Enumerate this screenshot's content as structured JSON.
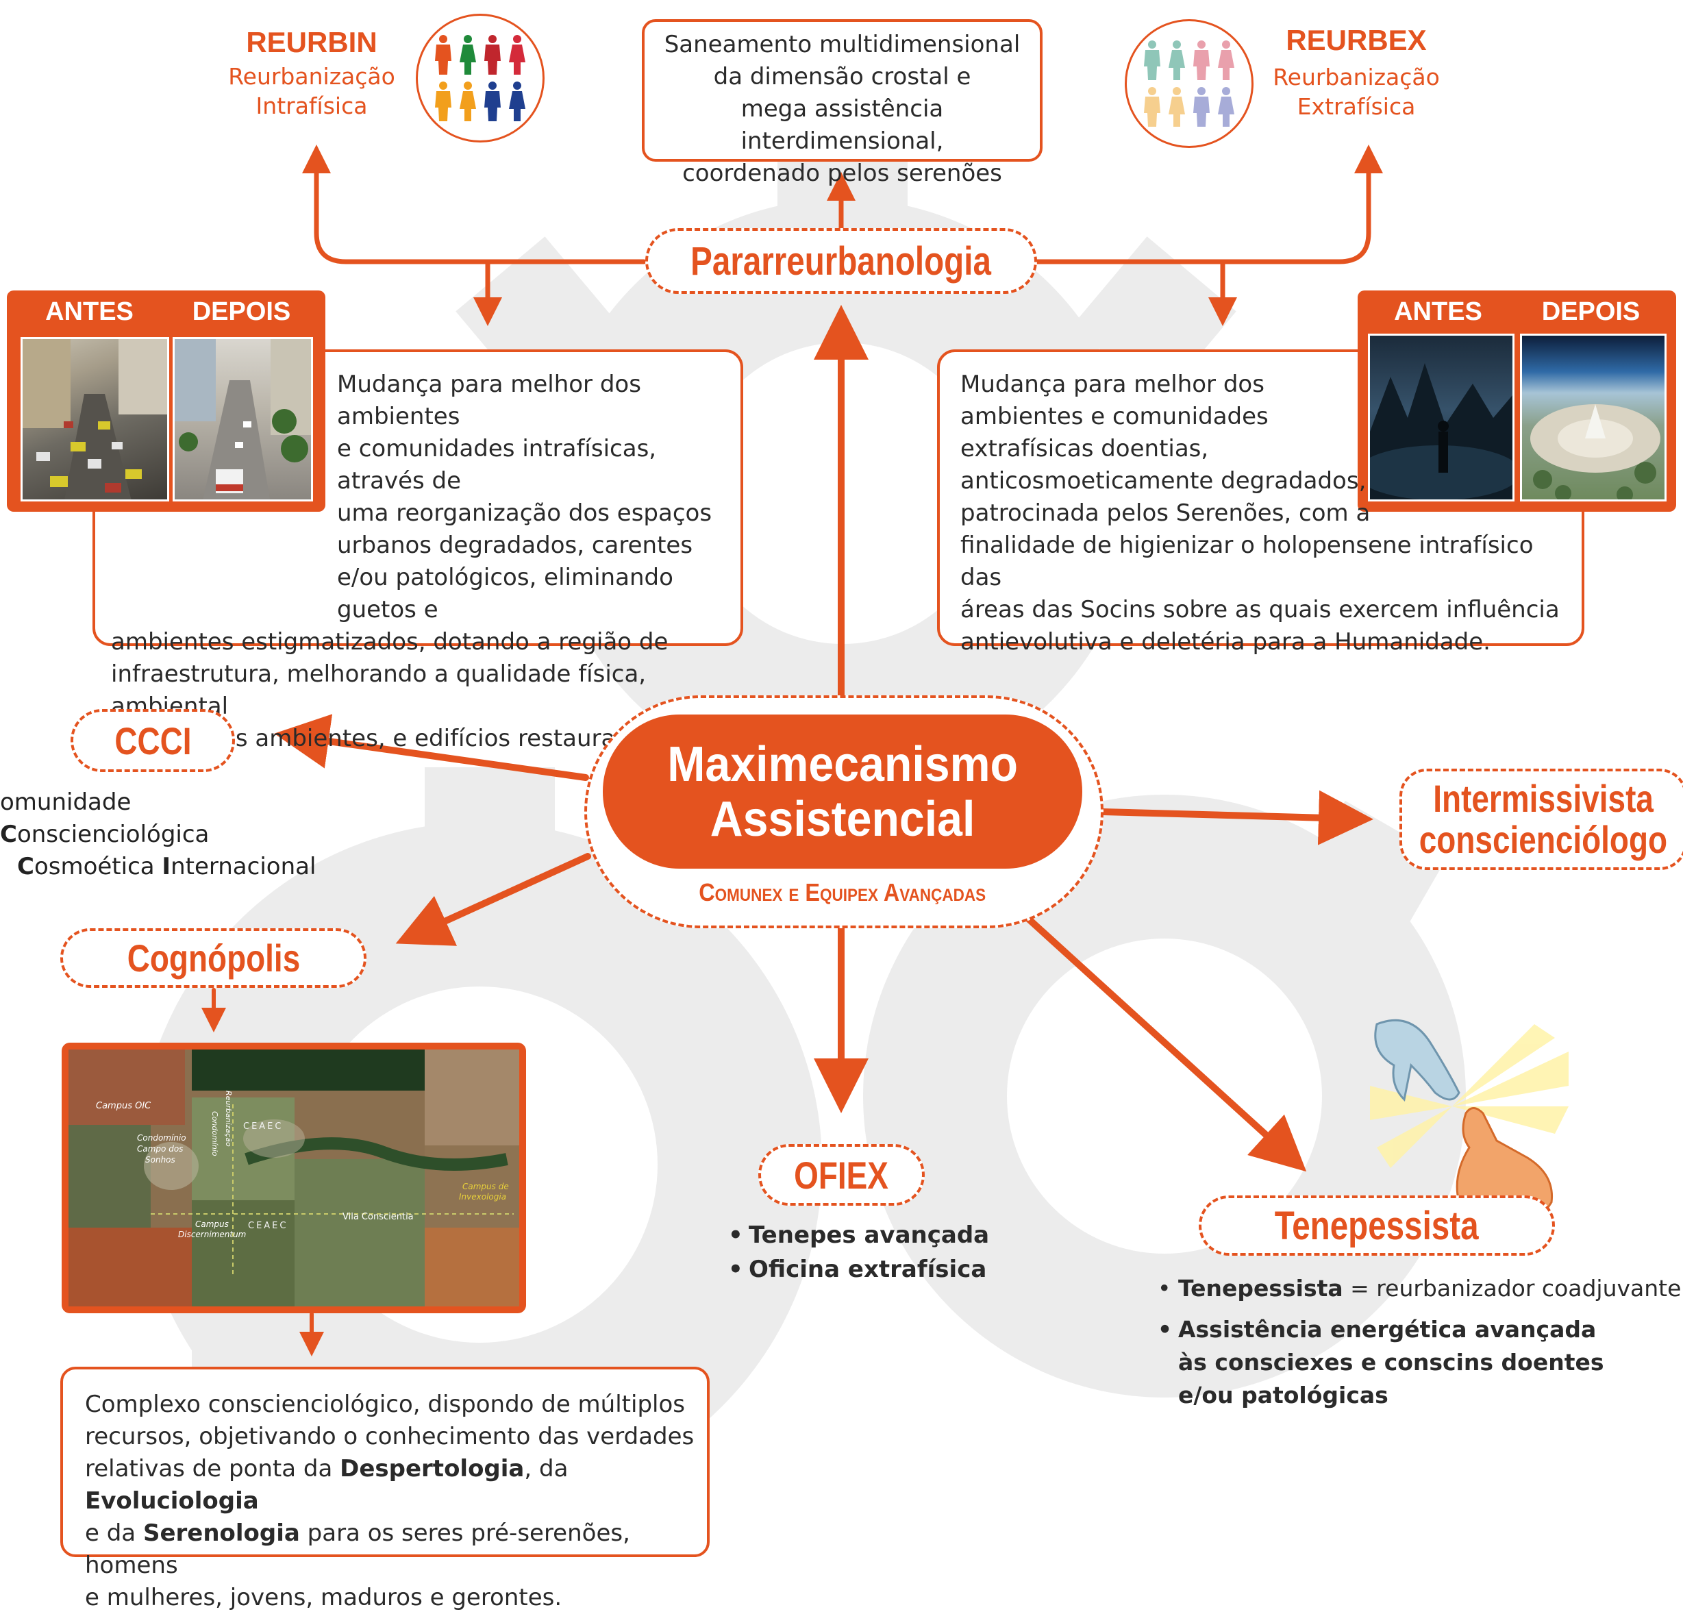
{
  "center": {
    "title_line1": "Maximecanismo",
    "title_line2": "Assistencial",
    "subtitle": "Comunex e Equipex Avançadas"
  },
  "pararreurbanologia": {
    "label": "Pararreurbanologia"
  },
  "top_box": {
    "lines": [
      "Saneamento multidimensional",
      "da dimensão crostal e",
      "mega assistência interdimensional,",
      "coordenado pelos serenões"
    ]
  },
  "reurbin": {
    "title": "REURBIN",
    "sub1": "Reurbanização",
    "sub2": "Intrafísica",
    "people_colors": [
      "#e4531f",
      "#1f8a3a",
      "#c0262d",
      "#d42a3a",
      "#f29f1c",
      "#f29f1c",
      "#1f3f8f",
      "#1f3f8f"
    ]
  },
  "reurbex": {
    "title": "REURBEX",
    "sub1": "Reurbanização",
    "sub2": "Extrafísica",
    "people_colors": [
      "#8fc6b8",
      "#8fc6b8",
      "#e9a0ac",
      "#e9a0ac",
      "#f6cf8e",
      "#f6cf8e",
      "#a7acd8",
      "#a7acd8"
    ]
  },
  "left_panel": {
    "antes": "ANTES",
    "depois": "DEPOIS",
    "text_lines": [
      "Mudança para melhor dos ambientes",
      "e comunidades intrafísicas, através de",
      "uma reorganização dos espaços",
      "urbanos degradados, carentes",
      "e/ou patológicos, eliminando guetos e",
      "ambientes estigmatizados, dotando a região de",
      "infraestrutura, melhorando a qualidade física, ambiental",
      "e social dos ambientes, e edifícios restaurados."
    ]
  },
  "right_panel": {
    "antes": "ANTES",
    "depois": "DEPOIS",
    "text_lines": [
      "Mudança para melhor dos",
      "ambientes e comunidades",
      "extrafísicas doentias,",
      "anticosmoeticamente degradados,",
      "patrocinada pelos Serenões, com a",
      "finalidade de higienizar o holopensene intrafísico das",
      "áreas das Socins sobre as quais exercem influência",
      "antievolutiva e deletéria para a Humanidade."
    ]
  },
  "ccci": {
    "label": "CCCI",
    "line1_pre": "omunidade ",
    "line1_b": "C",
    "line1_post": "onscienciológica",
    "line2_b1": "C",
    "line2_mid": "osmoética ",
    "line2_b2": "I",
    "line2_post": "nternacional"
  },
  "intermissivista": {
    "line1": "Intermissivista",
    "line2": "conscienciólogo"
  },
  "cognopolis": {
    "label": "Cognópolis",
    "map_labels": [
      "Campus OIC",
      "Condomínio",
      "Campo dos",
      "Sonhos",
      "Condomínio",
      "Reurbanização",
      "CEAEC",
      "Campus",
      "Discernimentum",
      "CEAEC",
      "Vila Conscientia",
      "Campus de",
      "Invexologia"
    ],
    "text_l1": "Complexo conscienciológico, dispondo de múltiplos",
    "text_l2": "recursos, objetivando o conhecimento das verdades",
    "text_l3_pre": "relativas de ponta da ",
    "text_l3_b1": "Despertologia",
    "text_l3_mid": ", da ",
    "text_l3_b2": "Evoluciologia",
    "text_l4_pre": "e da ",
    "text_l4_b": "Serenologia",
    "text_l4_post": " para os seres pré-serenões, homens",
    "text_l5": "e mulheres, jovens, maduros e gerontes."
  },
  "ofiex": {
    "label": "OFIEX",
    "items": [
      "Tenepes avançada",
      "Oficina extrafísica"
    ]
  },
  "tenepessista": {
    "label": "Tenepessista",
    "item1_b": "Tenepessista",
    "item1_rest": " = reurbanizador coadjuvante",
    "item2_l1": "Assistência energética avançada",
    "item2_l2": "às consciexes  e conscins doentes",
    "item2_l3": "e/ou patológicas"
  }
}
